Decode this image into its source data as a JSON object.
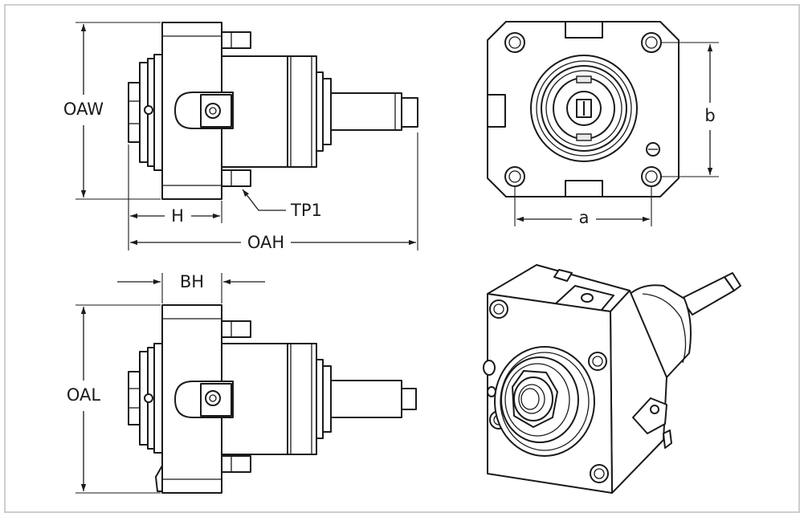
{
  "labels": {
    "oaw": "OAW",
    "h": "H",
    "tp1": "TP1",
    "oah": "OAH",
    "a": "a",
    "b": "b",
    "bh": "BH",
    "oal": "OAL"
  },
  "colors": {
    "line": "#1a1a1a",
    "background": "#ffffff",
    "frame": "#bdbdbd"
  }
}
